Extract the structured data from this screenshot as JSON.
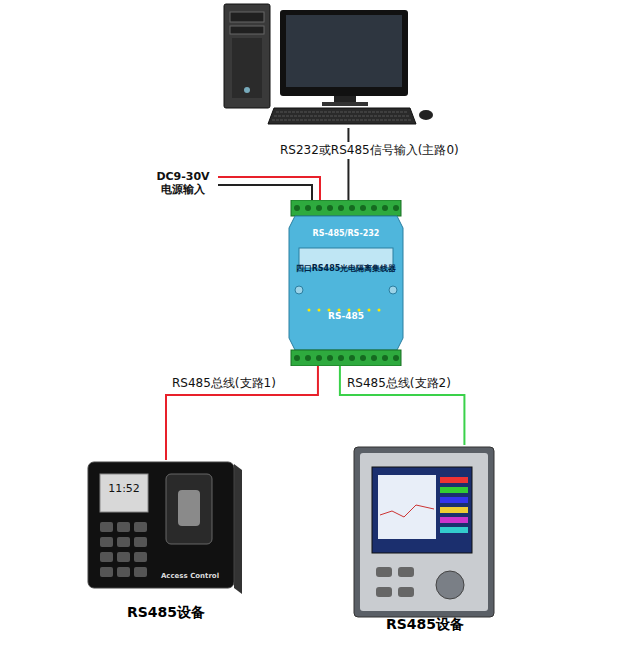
{
  "diagram": {
    "nodes": [
      {
        "text": []
      },
      {
        "text": [
          "RS-485/RS-232",
          "四口RS485光电隔离集线器",
          "RS-485"
        ]
      },
      {
        "text": [
          "RS485设备"
        ]
      },
      {
        "text": [
          "RS485设备"
        ]
      }
    ],
    "edges": [
      {
        "from": 0,
        "to": 1,
        "label": "RS232或RS485信号输入(主路0)",
        "arrow": "none"
      },
      {
        "from": 1,
        "to": 2,
        "label": "RS485总线(支路1)",
        "arrow": "none"
      },
      {
        "from": 1,
        "to": 3,
        "label": "RS485总线(支路2)",
        "arrow": "none"
      }
    ],
    "labels": [
      "DC9-30V 电源输入",
      "11:52",
      "Access Control"
    ]
  }
}
